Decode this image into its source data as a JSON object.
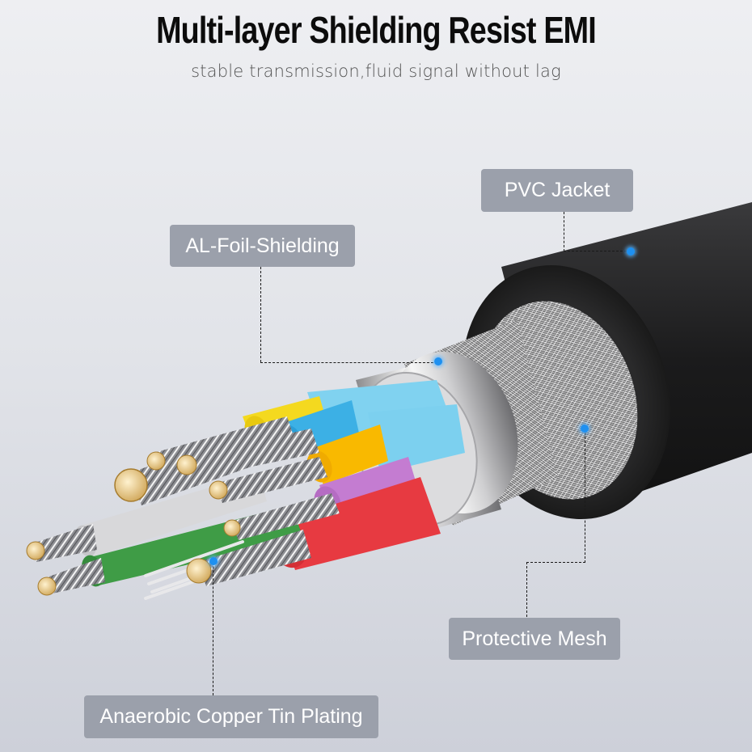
{
  "header": {
    "title": "Multi-layer Shielding Resist EMI",
    "subtitle": "stable transmission,fluid signal without lag"
  },
  "callouts": {
    "pvc_jacket": "PVC Jacket",
    "foil_shielding": "AL-Foil-Shielding",
    "protective_mesh": "Protective Mesh",
    "copper_plating": "Anaerobic Copper Tin Plating"
  },
  "colors": {
    "callout_bg": "#9ba0ab",
    "marker_dot": "#1e90f0",
    "jacket": "#1e1e1f",
    "wire_red": "#e83a40",
    "wire_green": "#3d9a45",
    "wire_white": "#d9d9db",
    "wire_yellow": "#f5d821",
    "wire_orange": "#f9b800",
    "wire_blue": "#3fb0e4",
    "wire_light_blue": "#7fd0ef",
    "wire_purple": "#c47ad0",
    "conductor_copper": "#e3c58a"
  }
}
